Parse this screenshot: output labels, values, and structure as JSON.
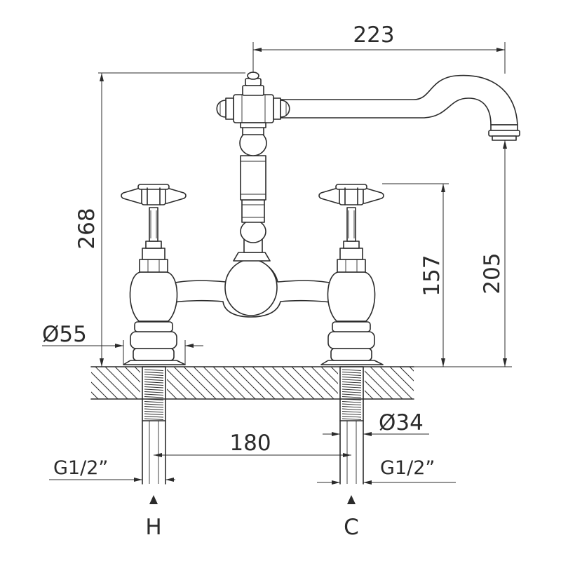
{
  "dimensions": {
    "spout_reach": "223",
    "total_height": "268",
    "handle_height": "157",
    "spout_height": "205",
    "base_diameter": "Ø55",
    "shank_diameter": "Ø34",
    "centres": "180",
    "thread_left": "G1/2”",
    "thread_right": "G1/2”"
  },
  "inlets": {
    "hot": "H",
    "cold": "C"
  }
}
